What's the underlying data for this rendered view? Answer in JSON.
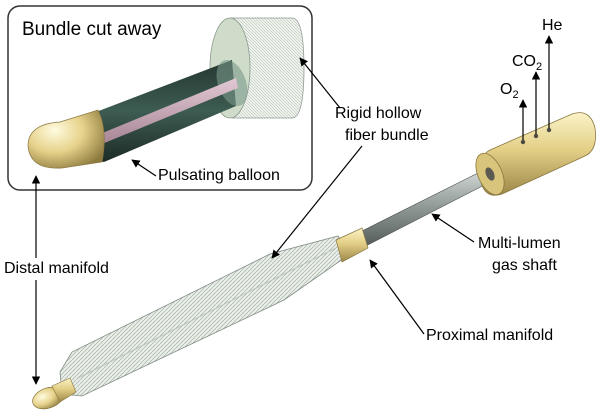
{
  "inset": {
    "title": "Bundle cut away"
  },
  "labels": {
    "rigid_bundle_line1": "Rigid hollow",
    "rigid_bundle_line2": "fiber bundle",
    "pulsating_balloon": "Pulsating balloon",
    "distal_manifold": "Distal manifold",
    "multi_lumen_line1": "Multi-lumen",
    "multi_lumen_line2": "gas shaft",
    "proximal_manifold": "Proximal manifold"
  },
  "gases": [
    {
      "base": "He",
      "sub": ""
    },
    {
      "base": "CO",
      "sub": "2"
    },
    {
      "base": "O",
      "sub": "2"
    }
  ],
  "colors": {
    "manifold_gold": "#e3cf86",
    "bundle_fiber": "#dfe6de",
    "balloon_dark": "#2f4a43",
    "balloon_core": "#c7a6b6",
    "shaft_gray": "#8c9692"
  }
}
